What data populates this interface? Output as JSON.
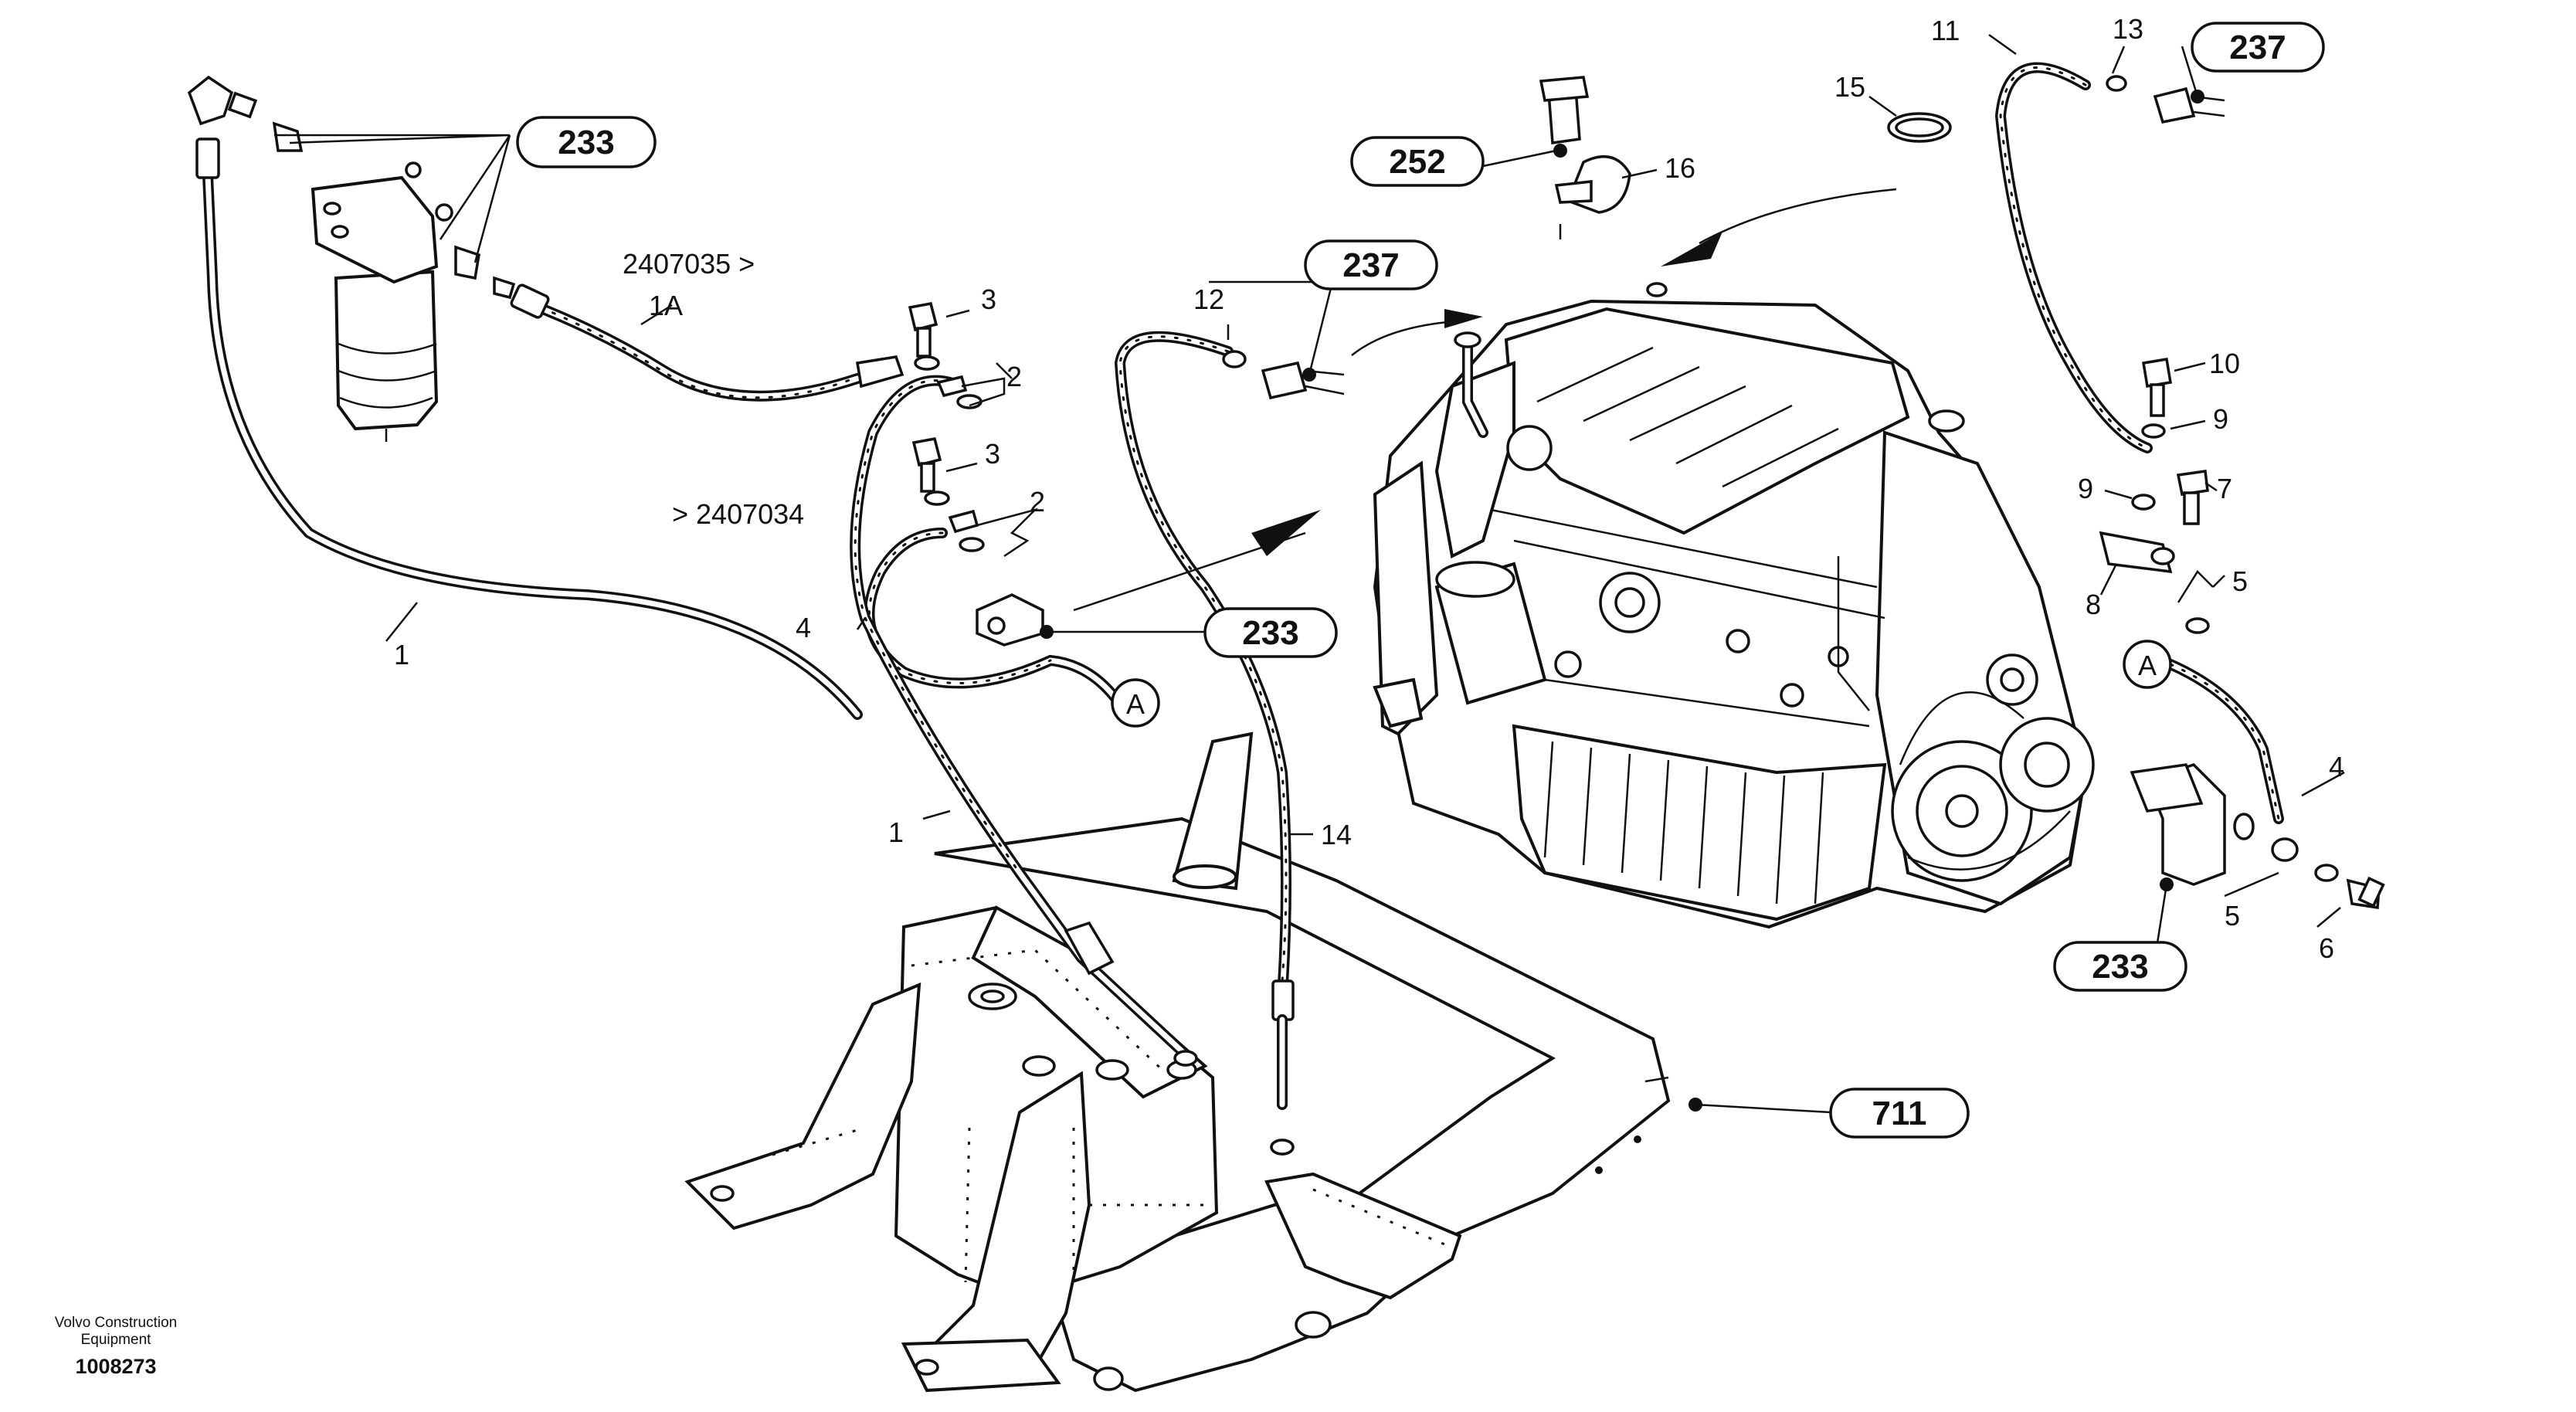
{
  "pills": {
    "filter": "233",
    "mid_right": "233",
    "bottom_right": "233",
    "center": "237",
    "top_right": "237",
    "bolt": "252",
    "frame": "711"
  },
  "labels": {
    "n1_upper": "1",
    "n1_lower": "1",
    "n1a": "1A",
    "n2_upper": "2",
    "n2_lower": "2",
    "n3_upper": "3",
    "n3_lower": "3",
    "n4_left": "4",
    "n4_right": "4",
    "n5_upper": "5",
    "n5_lower": "5",
    "n6": "6",
    "n7": "7",
    "n8": "8",
    "n9_upper": "9",
    "n9_lower": "9",
    "n10": "10",
    "n11": "11",
    "n12": "12",
    "n13": "13",
    "n14": "14",
    "n15": "15",
    "n16": "16"
  },
  "serials": {
    "from": "2407035 >",
    "until": "> 2407034"
  },
  "connectors": {
    "left": "A",
    "right": "A"
  },
  "footer": {
    "brand": "Volvo Construction Equipment",
    "drawing_no": "1008273"
  }
}
